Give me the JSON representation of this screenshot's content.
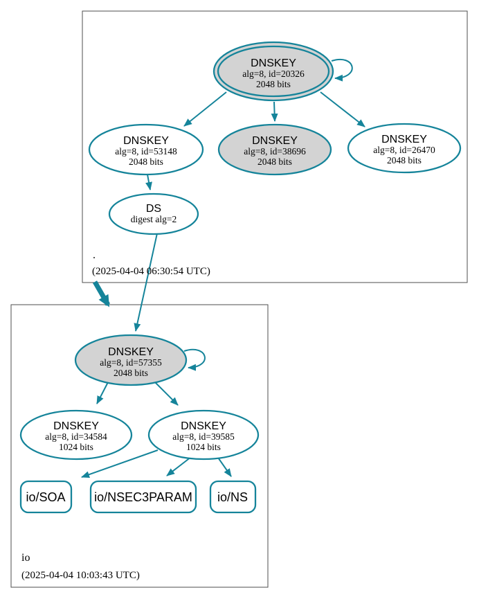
{
  "colors": {
    "line": "#15849a",
    "shaded_fill": "#d3d3d3",
    "node_fill": "#ffffff",
    "box_border": "#4d4d4d",
    "text": "#000000"
  },
  "zones": {
    "root": {
      "label": ".",
      "timestamp": "(2025-04-04 06:30:54 UTC)",
      "nodes": {
        "ksk": {
          "title": "DNSKEY",
          "detail1": "alg=8, id=20326",
          "detail2": "2048 bits"
        },
        "zsk_53148": {
          "title": "DNSKEY",
          "detail1": "alg=8, id=53148",
          "detail2": "2048 bits"
        },
        "zsk_38696": {
          "title": "DNSKEY",
          "detail1": "alg=8, id=38696",
          "detail2": "2048 bits"
        },
        "zsk_26470": {
          "title": "DNSKEY",
          "detail1": "alg=8, id=26470",
          "detail2": "2048 bits"
        },
        "ds": {
          "title": "DS",
          "detail1": "digest alg=2"
        }
      }
    },
    "io": {
      "label": "io",
      "timestamp": "(2025-04-04 10:03:43 UTC)",
      "nodes": {
        "ksk": {
          "title": "DNSKEY",
          "detail1": "alg=8, id=57355",
          "detail2": "2048 bits"
        },
        "zsk_34584": {
          "title": "DNSKEY",
          "detail1": "alg=8, id=34584",
          "detail2": "1024 bits"
        },
        "zsk_39585": {
          "title": "DNSKEY",
          "detail1": "alg=8, id=39585",
          "detail2": "1024 bits"
        },
        "rrset_soa": {
          "label": "io/SOA"
        },
        "rrset_nsec3param": {
          "label": "io/NSEC3PARAM"
        },
        "rrset_ns": {
          "label": "io/NS"
        }
      }
    }
  }
}
